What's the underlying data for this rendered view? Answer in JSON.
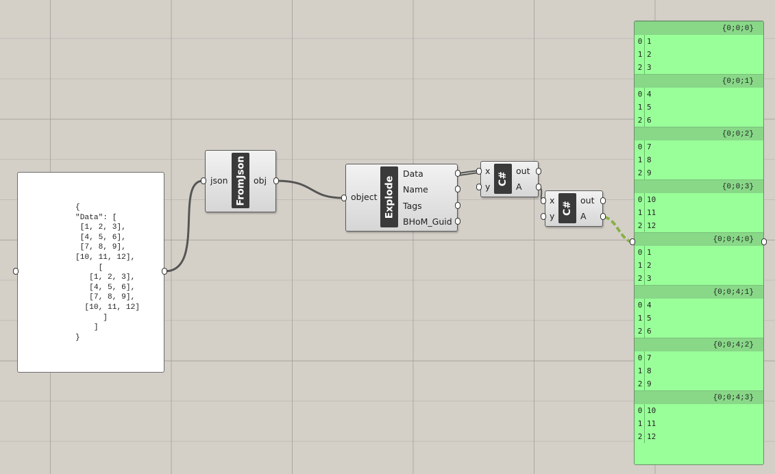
{
  "panel": {
    "lines": [
      "{",
      "\"Data\": [",
      " [1, 2, 3],",
      " [4, 5, 6],",
      " [7, 8, 9],",
      "[10, 11, 12],",
      "     [",
      "   [1, 2, 3],",
      "   [4, 5, 6],",
      "   [7, 8, 9],",
      "  [10, 11, 12]",
      "      ]",
      "    ]",
      "}"
    ]
  },
  "fromjson": {
    "nickname": "FromJson",
    "input": "json",
    "output": "obj"
  },
  "explode": {
    "nickname": "Explode",
    "input": "object",
    "outputs": [
      "Data",
      "Name",
      "Tags",
      "BHoM_Guid"
    ]
  },
  "csharp1": {
    "nickname": "C#",
    "inputs": [
      "x",
      "y"
    ],
    "outputs": [
      "out",
      "A"
    ]
  },
  "csharp2": {
    "nickname": "C#",
    "inputs": [
      "x",
      "y"
    ],
    "outputs": [
      "out",
      "A"
    ]
  },
  "viewer": {
    "branches": [
      {
        "path": "{0;0;0}",
        "items": [
          [
            "0",
            "1"
          ],
          [
            "1",
            "2"
          ],
          [
            "2",
            "3"
          ]
        ]
      },
      {
        "path": "{0;0;1}",
        "items": [
          [
            "0",
            "4"
          ],
          [
            "1",
            "5"
          ],
          [
            "2",
            "6"
          ]
        ]
      },
      {
        "path": "{0;0;2}",
        "items": [
          [
            "0",
            "7"
          ],
          [
            "1",
            "8"
          ],
          [
            "2",
            "9"
          ]
        ]
      },
      {
        "path": "{0;0;3}",
        "items": [
          [
            "0",
            "10"
          ],
          [
            "1",
            "11"
          ],
          [
            "2",
            "12"
          ]
        ]
      },
      {
        "path": "{0;0;4;0}",
        "items": [
          [
            "0",
            "1"
          ],
          [
            "1",
            "2"
          ],
          [
            "2",
            "3"
          ]
        ]
      },
      {
        "path": "{0;0;4;1}",
        "items": [
          [
            "0",
            "4"
          ],
          [
            "1",
            "5"
          ],
          [
            "2",
            "6"
          ]
        ]
      },
      {
        "path": "{0;0;4;2}",
        "items": [
          [
            "0",
            "7"
          ],
          [
            "1",
            "8"
          ],
          [
            "2",
            "9"
          ]
        ]
      },
      {
        "path": "{0;0;4;3}",
        "items": [
          [
            "0",
            "10"
          ],
          [
            "1",
            "11"
          ],
          [
            "2",
            "12"
          ]
        ]
      }
    ]
  },
  "colors": {
    "canvas": "#d4d0c8",
    "wire": "#555555",
    "wire_selected": "#8ab04a",
    "viewer_bg": "#99ff99",
    "viewer_head": "#88d888"
  }
}
